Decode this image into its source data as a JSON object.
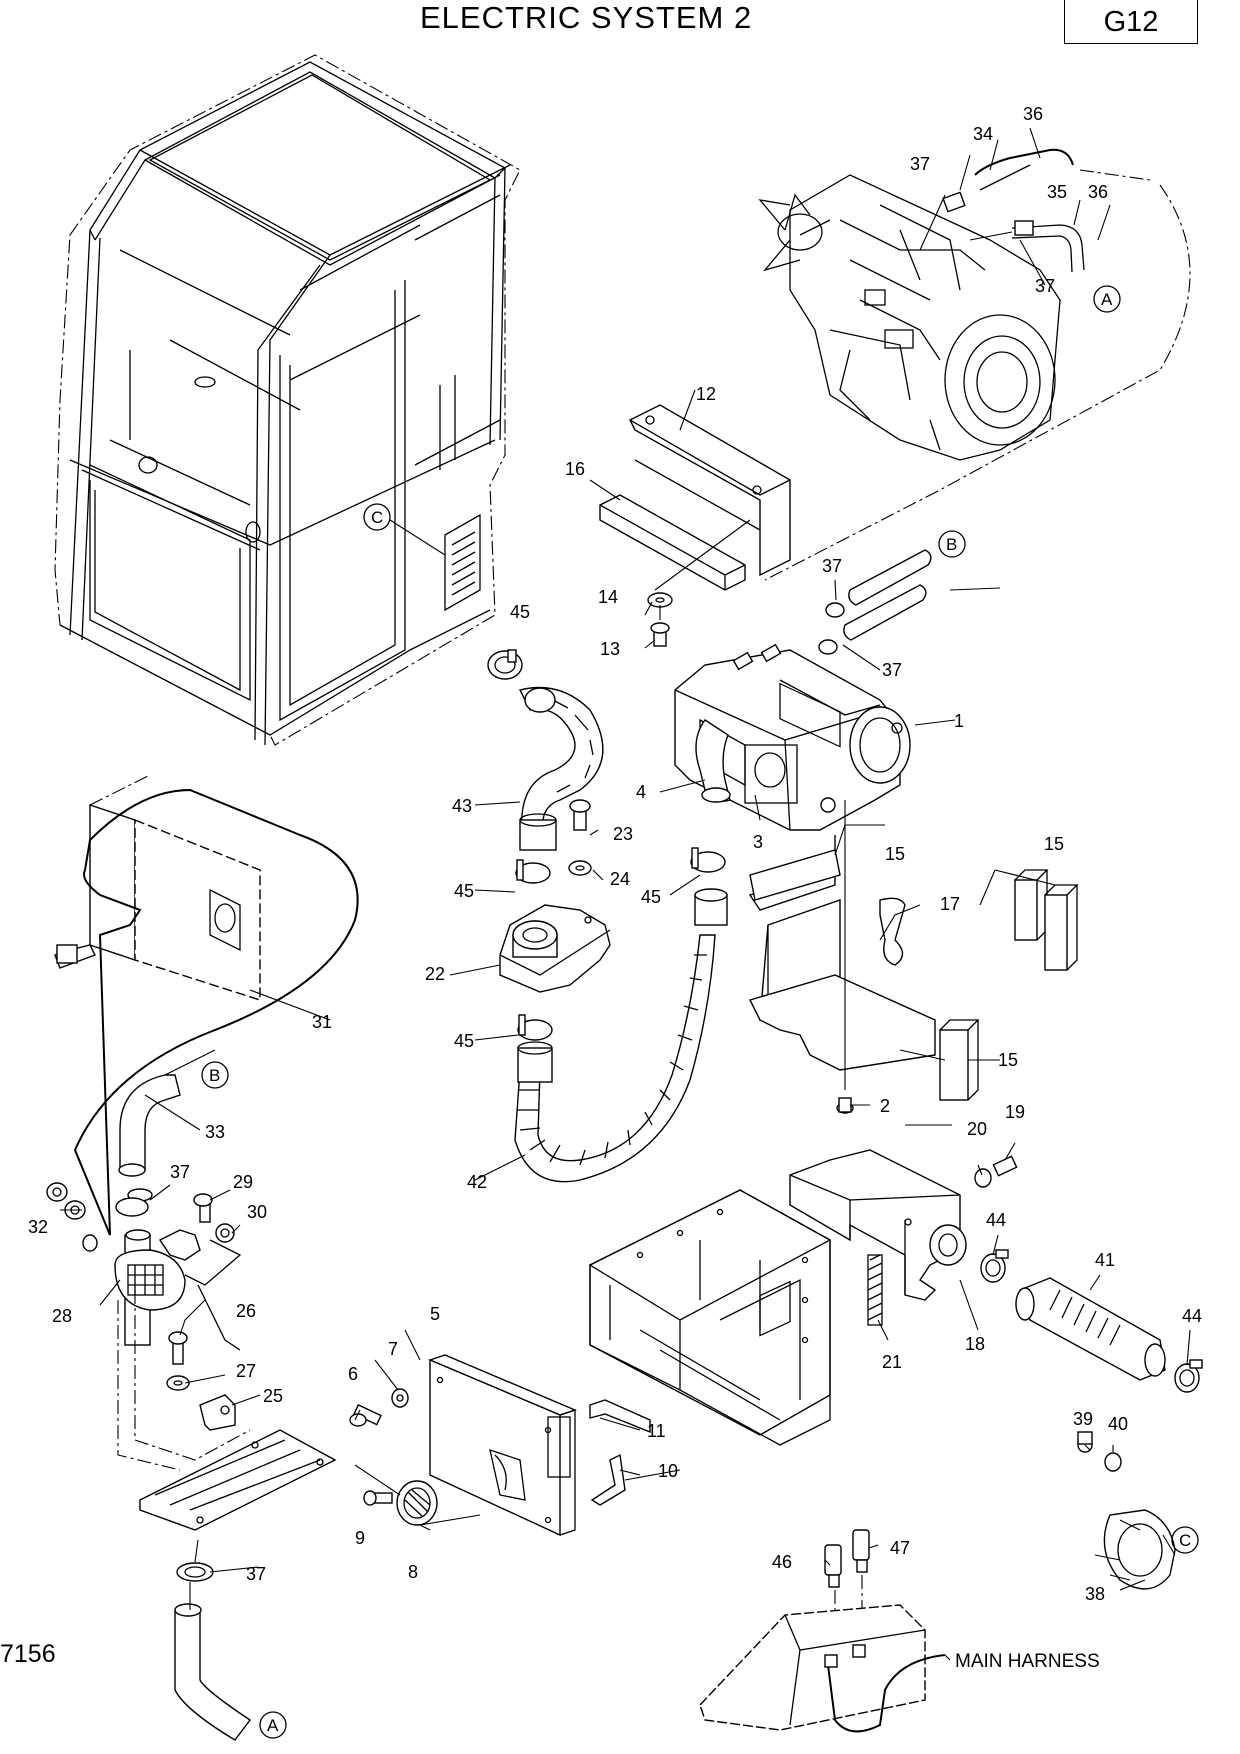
{
  "title": "ELECTRIC SYSTEM 2",
  "page_code": "G12",
  "figure_number": "7156",
  "callouts": {
    "c1": "1",
    "c2": "2",
    "c3": "3",
    "c4": "4",
    "c5": "5",
    "c6": "6",
    "c7": "7",
    "c8": "8",
    "c9": "9",
    "c10": "10",
    "c11": "11",
    "c12": "12",
    "c13": "13",
    "c14": "14",
    "c15a": "15",
    "c15b": "15",
    "c15c": "15",
    "c16": "16",
    "c17": "17",
    "c18": "18",
    "c19": "19",
    "c20": "20",
    "c21": "21",
    "c22": "22",
    "c23": "23",
    "c24": "24",
    "c25": "25",
    "c26": "26",
    "c27": "27",
    "c28": "28",
    "c29": "29",
    "c30": "30",
    "c31": "31",
    "c32": "32",
    "c33": "33",
    "c34": "34",
    "c35": "35",
    "c36a": "36",
    "c36b": "36",
    "c37a": "37",
    "c37b": "37",
    "c37c": "37",
    "c37d": "37",
    "c37e": "37",
    "c37f": "37",
    "c38": "38",
    "c39": "39",
    "c40": "40",
    "c41": "41",
    "c42": "42",
    "c43": "43",
    "c44a": "44",
    "c44b": "44",
    "c45a": "45",
    "c45b": "45",
    "c45c": "45",
    "c45d": "45",
    "c46": "46",
    "c47": "47"
  },
  "connectors": {
    "a_top": "A",
    "a_bottom": "A",
    "b_top": "B",
    "b_left": "B",
    "c_cab": "C",
    "c_flange": "C"
  },
  "main_harness_label": "MAIN HARNESS"
}
